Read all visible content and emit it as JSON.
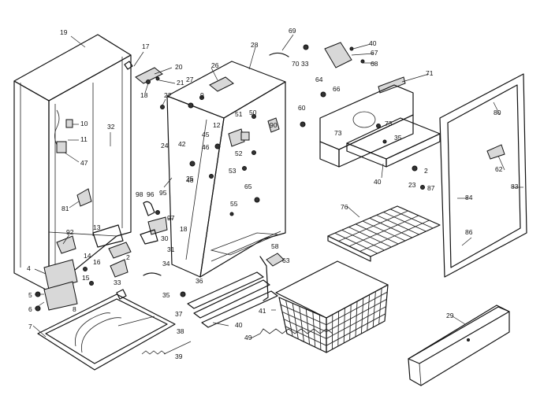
{
  "labels": [
    "19",
    "17",
    "20",
    "21",
    "18",
    "22",
    "32",
    "10",
    "11",
    "47",
    "81",
    "92",
    "13",
    "14",
    "16",
    "15",
    "4",
    "5",
    "6",
    "8",
    "7",
    "9",
    "12",
    "27",
    "26",
    "28",
    "25",
    "24",
    "98",
    "96",
    "95",
    "97",
    "18",
    "31",
    "30",
    "2",
    "33",
    "34",
    "35",
    "36",
    "37",
    "38",
    "39",
    "40",
    "41",
    "49",
    "58",
    "63",
    "51",
    "50",
    "90",
    "45",
    "46",
    "42",
    "48",
    "52",
    "53",
    "65",
    "55",
    "69",
    "70",
    "33",
    "40",
    "67",
    "68",
    "64",
    "66",
    "71",
    "60",
    "73",
    "73",
    "35",
    "2",
    "23",
    "40",
    "87",
    "76",
    "80",
    "62",
    "83",
    "84",
    "86",
    "29"
  ],
  "title": ""
}
